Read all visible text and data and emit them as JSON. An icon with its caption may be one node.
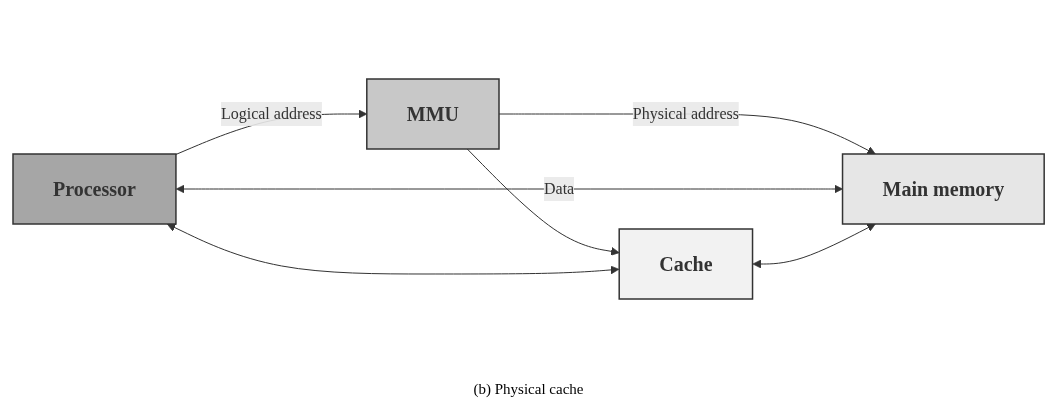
{
  "diagram": {
    "caption": "(b) Physical cache",
    "nodes": [
      {
        "text": [
          "Processor"
        ]
      },
      {
        "text": [
          "MMU"
        ]
      },
      {
        "text": [
          "Main memory"
        ]
      },
      {
        "text": [
          "Cache"
        ]
      }
    ],
    "edges": [
      {
        "from": 0,
        "to": 1,
        "arrow": "to",
        "label": "Logical address"
      },
      {
        "from": 1,
        "to": 2,
        "arrow": "to",
        "label": "Physical address"
      },
      {
        "from": 1,
        "to": 3,
        "arrow": "to"
      },
      {
        "from": 0,
        "to": 2,
        "arrow": "both",
        "label": "Data"
      },
      {
        "from": 3,
        "to": 0,
        "arrow": "both"
      },
      {
        "from": 3,
        "to": 2,
        "arrow": "both"
      }
    ]
  }
}
